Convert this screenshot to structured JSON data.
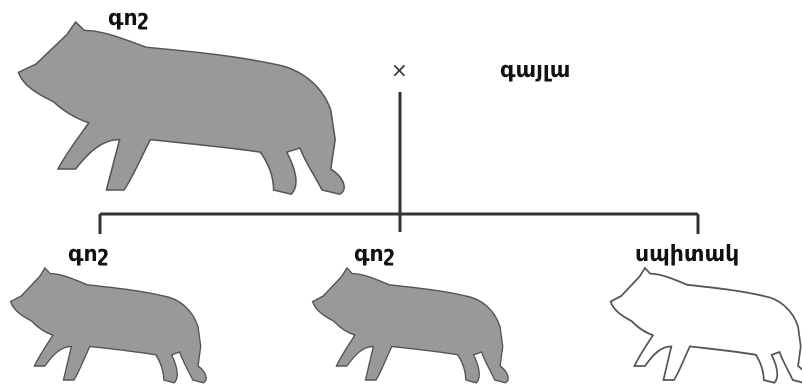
{
  "parents": {
    "left": {
      "label": "գոշ",
      "color": "#999999"
    },
    "cross_symbol": "×",
    "right": {
      "label": "գայլա"
    }
  },
  "offspring": [
    {
      "label": "գոշ",
      "color": "#999999"
    },
    {
      "label": "գոշ",
      "color": "#999999"
    },
    {
      "label": "սպիտակ",
      "color": "#ffffff"
    }
  ],
  "colors": {
    "line": "#333333",
    "outline": "#555555"
  }
}
